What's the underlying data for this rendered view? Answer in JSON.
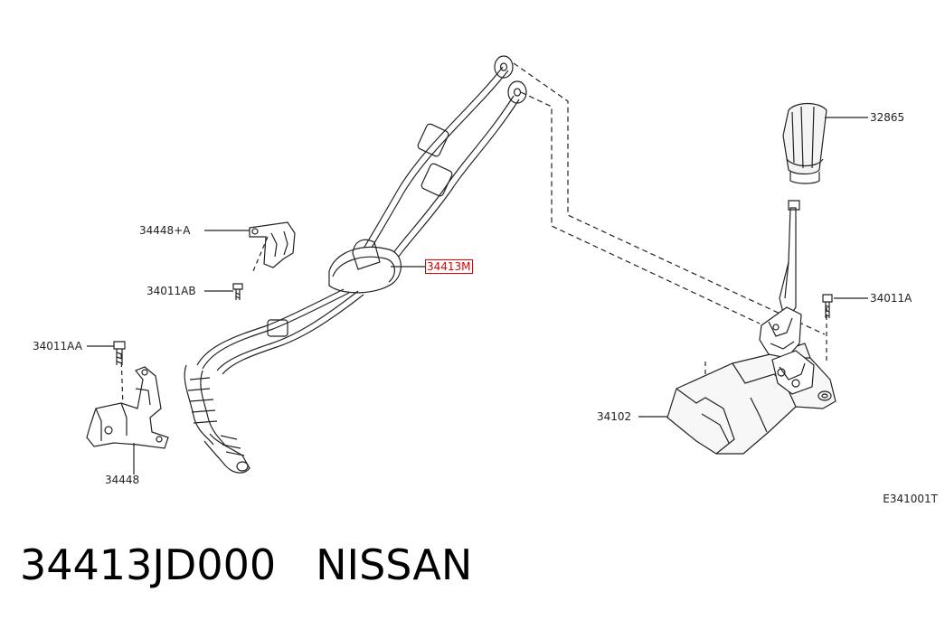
{
  "diagram": {
    "reference_code": "E341001T",
    "callouts": [
      {
        "id": "34448A",
        "text": "34448+A",
        "highlighted": false
      },
      {
        "id": "34011AB",
        "text": "34011AB",
        "highlighted": false
      },
      {
        "id": "34011AA",
        "text": "34011AA",
        "highlighted": false
      },
      {
        "id": "34448",
        "text": "34448",
        "highlighted": false
      },
      {
        "id": "34413M",
        "text": "34413M",
        "highlighted": true
      },
      {
        "id": "32865",
        "text": "32865",
        "highlighted": false
      },
      {
        "id": "34011A",
        "text": "34011A",
        "highlighted": false
      },
      {
        "id": "34102",
        "text": "34102",
        "highlighted": false
      }
    ],
    "highlight_color": "#e00000",
    "line_color": "#222222"
  },
  "caption": {
    "part_number": "34413JD000",
    "brand": "NISSAN"
  }
}
